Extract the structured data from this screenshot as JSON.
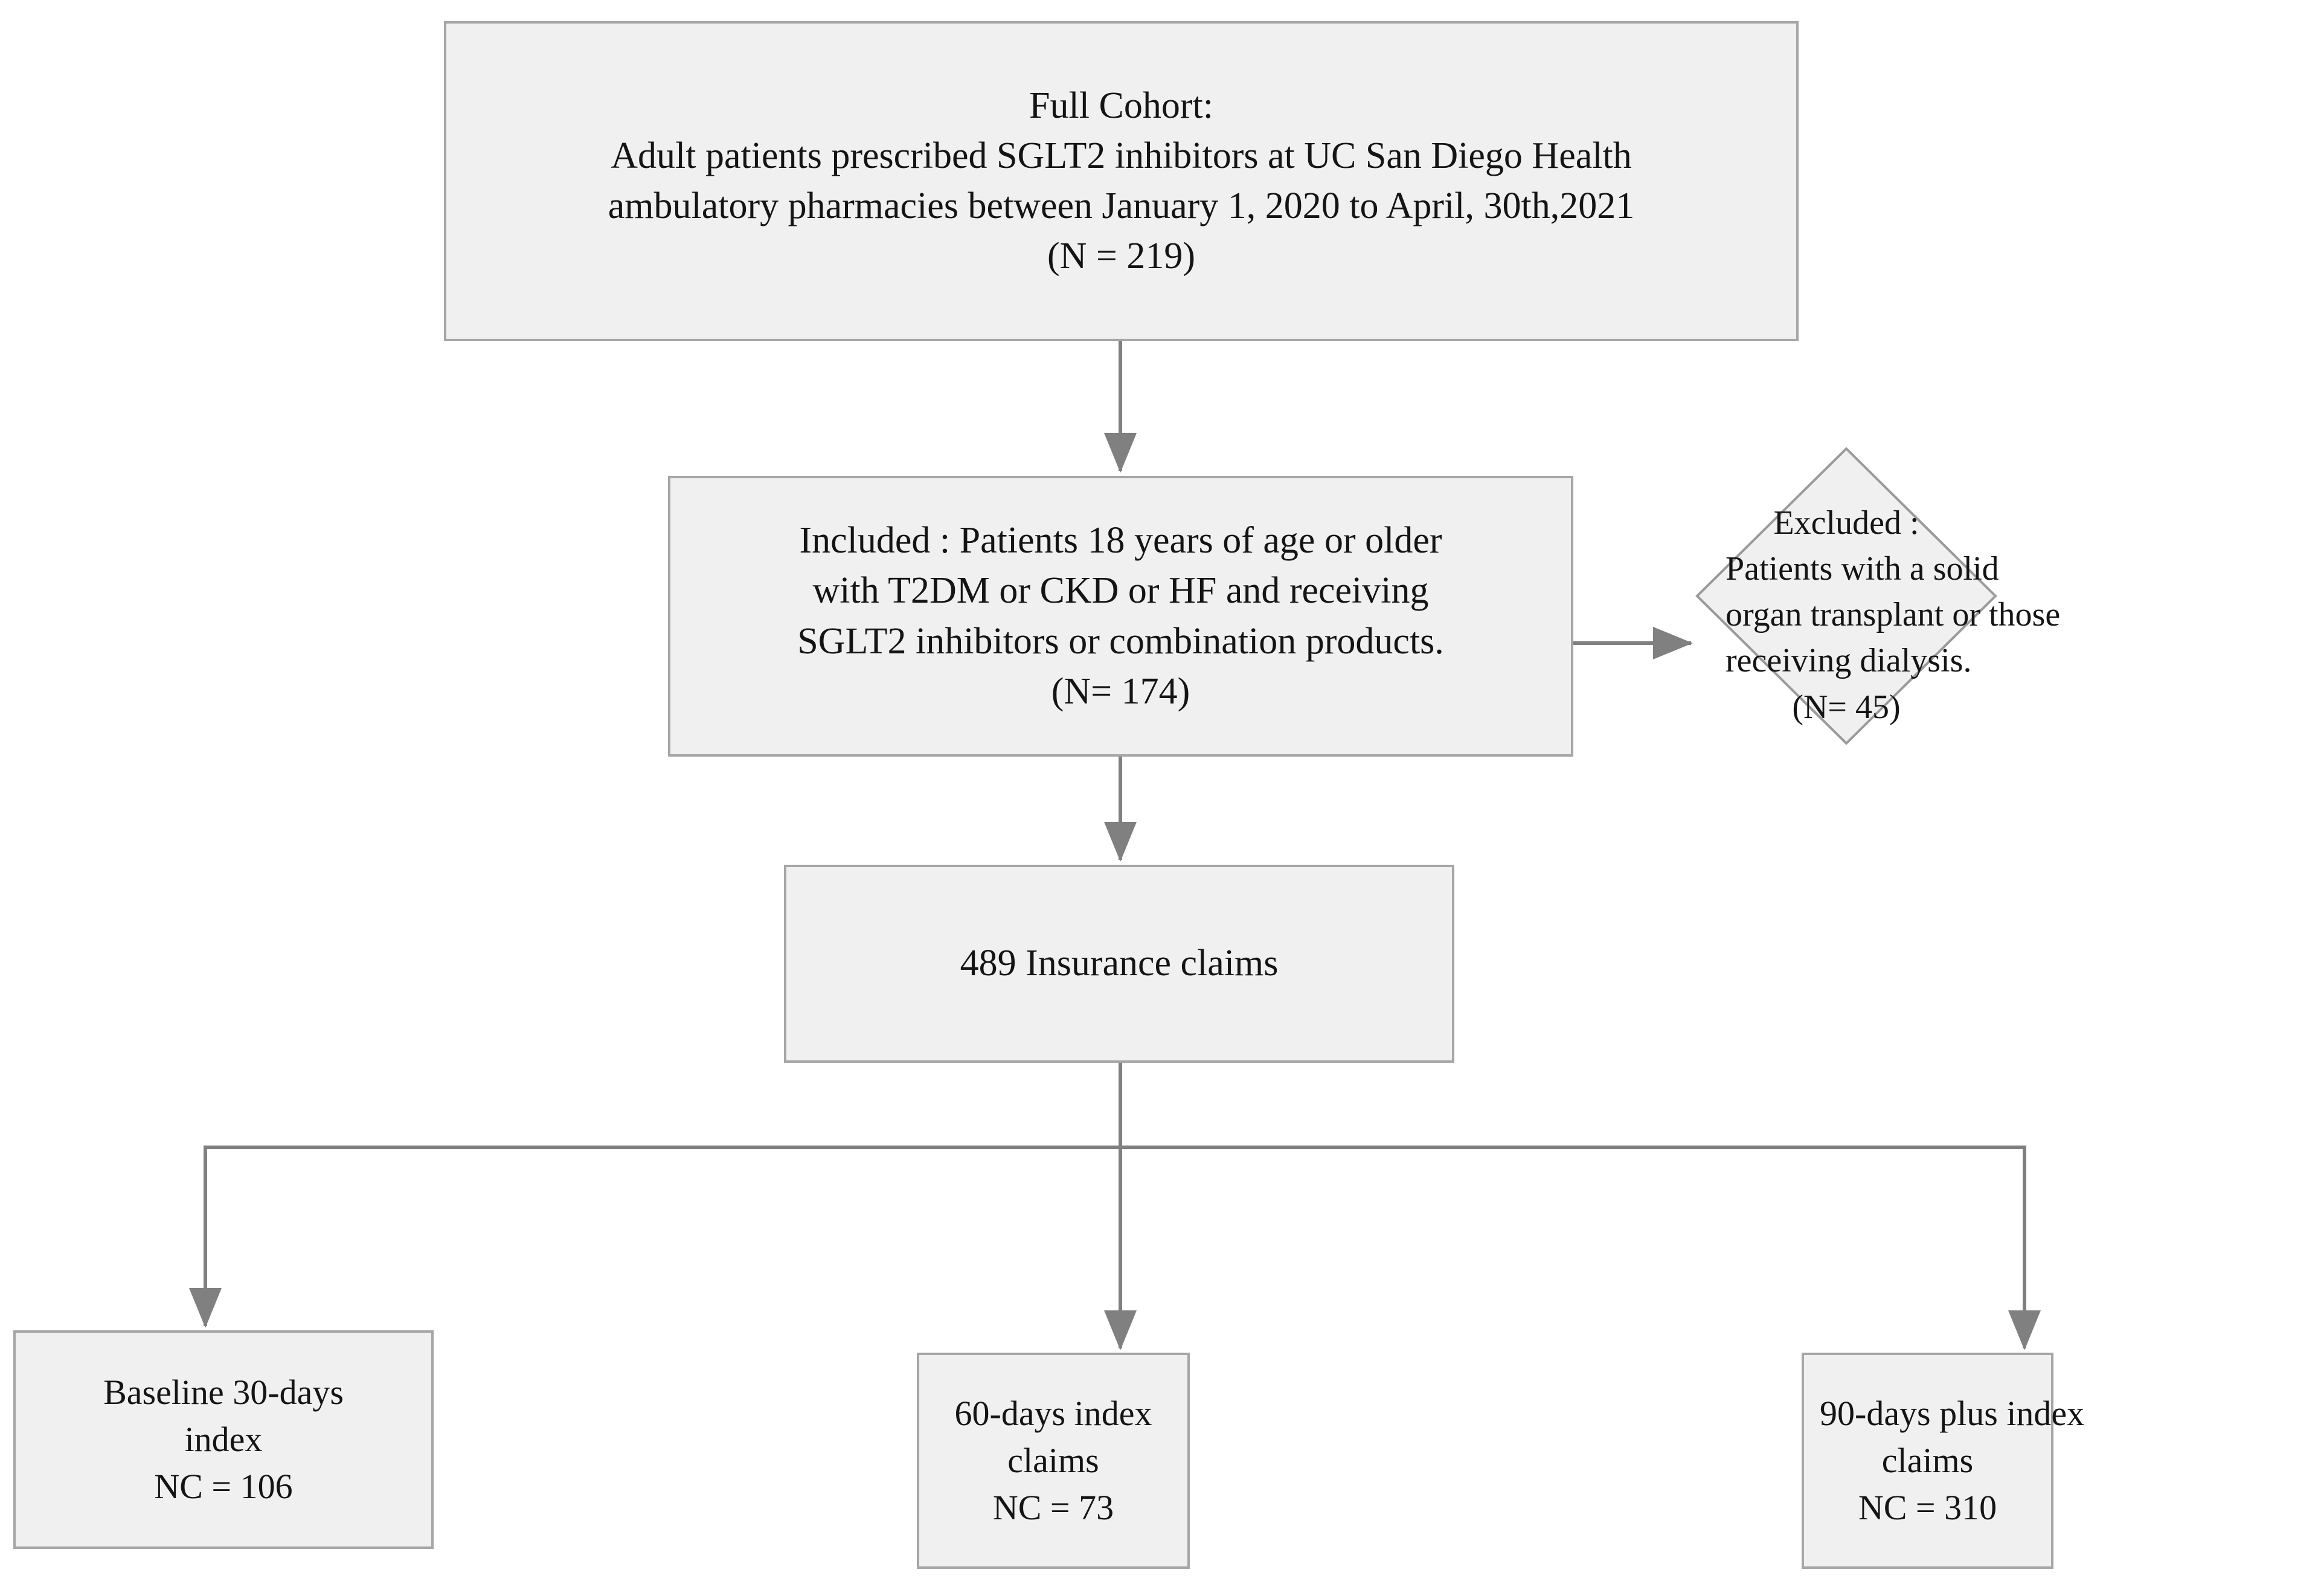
{
  "figure": {
    "type": "flowchart",
    "orientation": "top-down",
    "colors": {
      "node_fill": "#f0f0f0",
      "node_border": "#a6a6a6",
      "connector": "#808080",
      "text": "#141414",
      "background": "#ffffff"
    }
  },
  "nodes": {
    "full_cohort": {
      "shape": "rectangle",
      "lines": [
        "Full Cohort:",
        "Adult patients prescribed SGLT2 inhibitors at UC San Diego Health",
        "ambulatory pharmacies between January 1, 2020 to April, 30th,2021",
        "(N = 219)"
      ],
      "count_label": "(N = 219)",
      "count": 219
    },
    "included": {
      "shape": "rectangle",
      "lines": [
        "Included : Patients 18 years of age or older",
        "with T2DM or CKD or HF and receiving",
        "SGLT2 inhibitors or combination products.",
        "(N= 174)"
      ],
      "count_label": "(N= 174)",
      "count": 174
    },
    "excluded": {
      "shape": "diamond",
      "lines": [
        "Excluded :",
        "Patients with a solid",
        "organ transplant or those",
        "receiving dialysis.",
        "(N= 45)"
      ],
      "count_label": "(N= 45)",
      "count": 45
    },
    "insurance_claims": {
      "shape": "rectangle",
      "lines": [
        "489 Insurance claims"
      ],
      "count": 489
    },
    "baseline_30_days": {
      "shape": "rectangle",
      "lines": [
        "Baseline 30-days",
        "index",
        "NC = 106"
      ],
      "count_label": "NC = 106",
      "count": 106
    },
    "index_60_days": {
      "shape": "rectangle",
      "lines": [
        "60-days index",
        "claims",
        "NC = 73"
      ],
      "count_label": "NC = 73",
      "count": 73
    },
    "index_90_days_plus": {
      "shape": "rectangle",
      "lines": [
        "90-days plus index",
        "claims",
        "NC = 310"
      ],
      "count_label": "NC = 310",
      "count": 310
    }
  },
  "edges": [
    {
      "from": "full_cohort",
      "to": "included",
      "direction": "down",
      "arrow": true
    },
    {
      "from": "included",
      "to": "excluded",
      "direction": "right",
      "arrow": true
    },
    {
      "from": "included",
      "to": "insurance_claims",
      "direction": "down",
      "arrow": true
    },
    {
      "from": "insurance_claims",
      "to": "baseline_30_days",
      "direction": "down-split-left",
      "arrow": true
    },
    {
      "from": "insurance_claims",
      "to": "index_60_days",
      "direction": "down-split-center",
      "arrow": true
    },
    {
      "from": "insurance_claims",
      "to": "index_90_days_plus",
      "direction": "down-split-right",
      "arrow": true
    }
  ]
}
